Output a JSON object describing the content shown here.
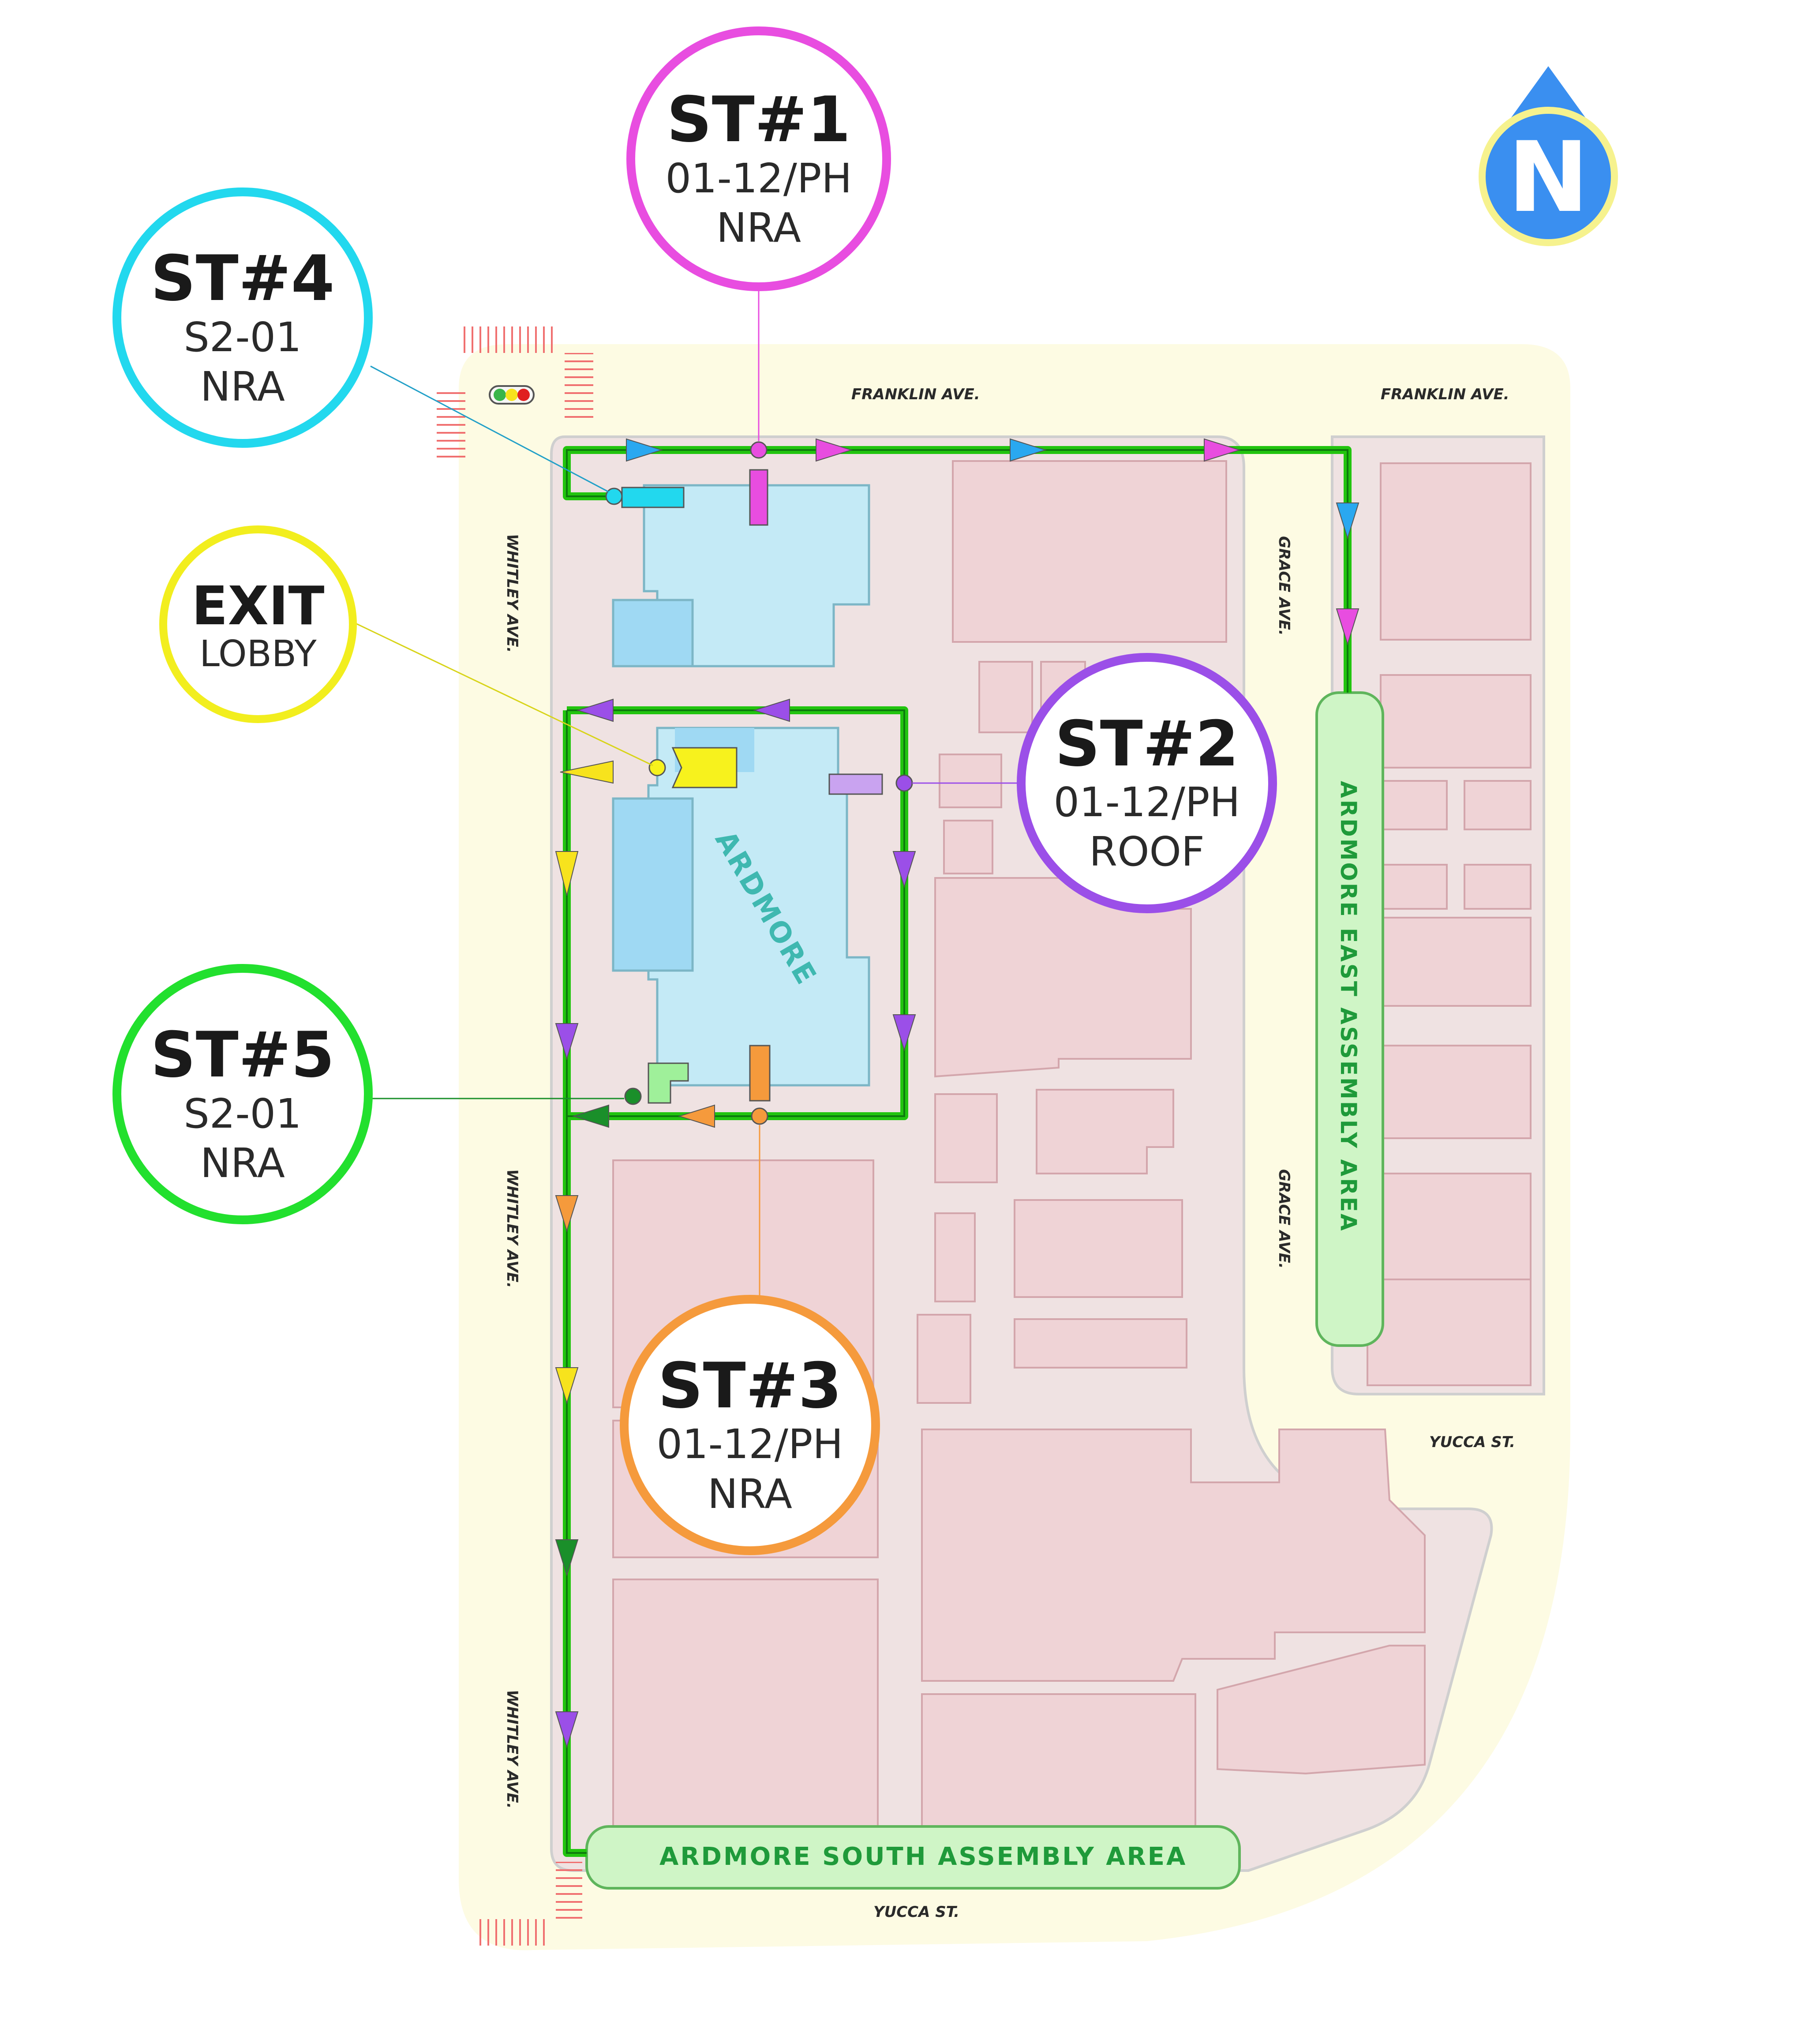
{
  "streets": {
    "franklin_west": "FRANKLIN AVE.",
    "franklin_east": "FRANKLIN AVE.",
    "whitley_north": "WHITLEY AVE.",
    "whitley_mid": "WHITLEY AVE.",
    "whitley_south": "WHITLEY AVE.",
    "grace_north": "GRACE AVE.",
    "grace_south": "GRACE AVE.",
    "yucca_east": "YUCCA ST.",
    "yucca_south": "YUCCA ST."
  },
  "building": {
    "name": "ARDMORE"
  },
  "assembly_areas": {
    "east": "ARDMORE EAST ASSEMBLY AREA",
    "south": "ARDMORE SOUTH ASSEMBLY AREA"
  },
  "north_arrow": {
    "letter": "N"
  },
  "callouts": {
    "st1": {
      "title": "ST#1",
      "line1": "01-12/PH",
      "line2": "NRA",
      "color": "#e84de0"
    },
    "st2": {
      "title": "ST#2",
      "line1": "01-12/PH",
      "line2": "ROOF",
      "color": "#9b4fe8"
    },
    "st3": {
      "title": "ST#3",
      "line1": "01-12/PH",
      "line2": "NRA",
      "color": "#f59a3c"
    },
    "st4": {
      "title": "ST#4",
      "line1": "S2-01",
      "line2": "NRA",
      "color": "#22d8ee"
    },
    "st5": {
      "title": "ST#5",
      "line1": "S2-01",
      "line2": "NRA",
      "color": "#22e02e"
    },
    "exit": {
      "title": "EXIT",
      "line1": "LOBBY",
      "color": "#f2ee1e"
    }
  },
  "colors": {
    "route_green": "#22c40f",
    "sidewalk": "#fdfbe3",
    "block": "#efe2e2",
    "parcel": "#efd3d6",
    "ardmore_fill": "#c4eaf6",
    "ardmore_dark": "#9fd9f3",
    "assembly_fill": "#cff5c6"
  }
}
